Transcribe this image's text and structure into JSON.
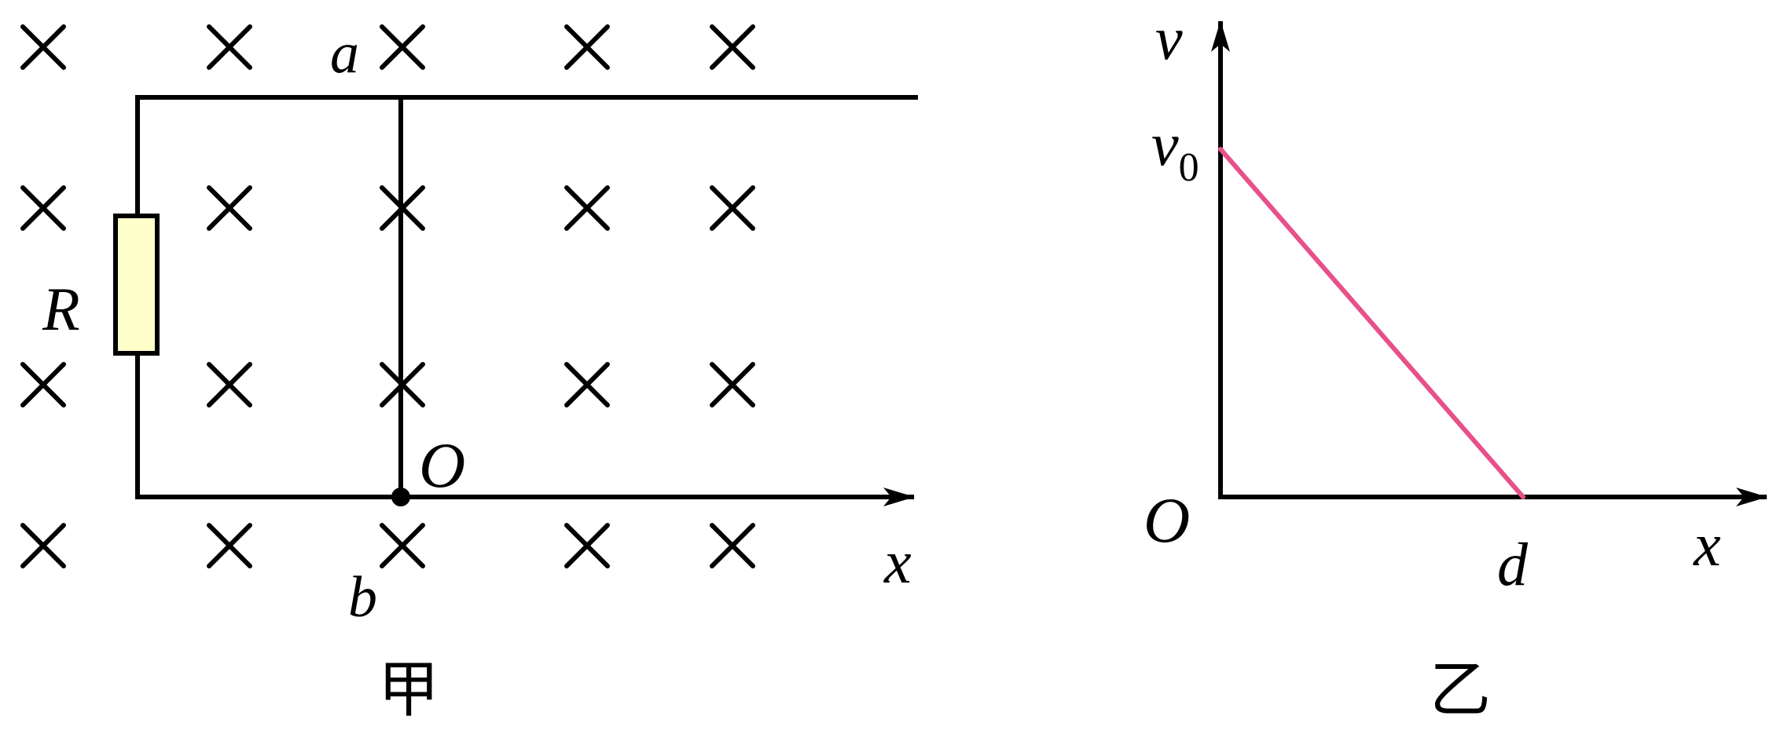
{
  "figure_left": {
    "caption": "甲",
    "labels": {
      "rod_top": "a",
      "rod_bottom": "b",
      "resistor": "R",
      "origin": "O",
      "x_axis": "x"
    },
    "field": {
      "symbol": "cross",
      "direction": "into-page",
      "rows": 4,
      "columns": 5
    },
    "colors": {
      "resistor_fill": "#ffffcc",
      "line": "#000000"
    }
  },
  "figure_right": {
    "caption": "乙",
    "labels": {
      "y_axis": "v",
      "y_marker": "v",
      "y_marker_sub": "0",
      "origin": "O",
      "x_marker": "d",
      "x_axis": "x"
    },
    "chart_data": {
      "type": "line",
      "x_marks": [
        "0",
        "d"
      ],
      "y_marks": [
        "0",
        "v0"
      ],
      "series": [
        {
          "points": [
            [
              "0",
              "v0"
            ],
            [
              "d",
              "0"
            ]
          ],
          "color": "#e8508a"
        }
      ]
    }
  }
}
